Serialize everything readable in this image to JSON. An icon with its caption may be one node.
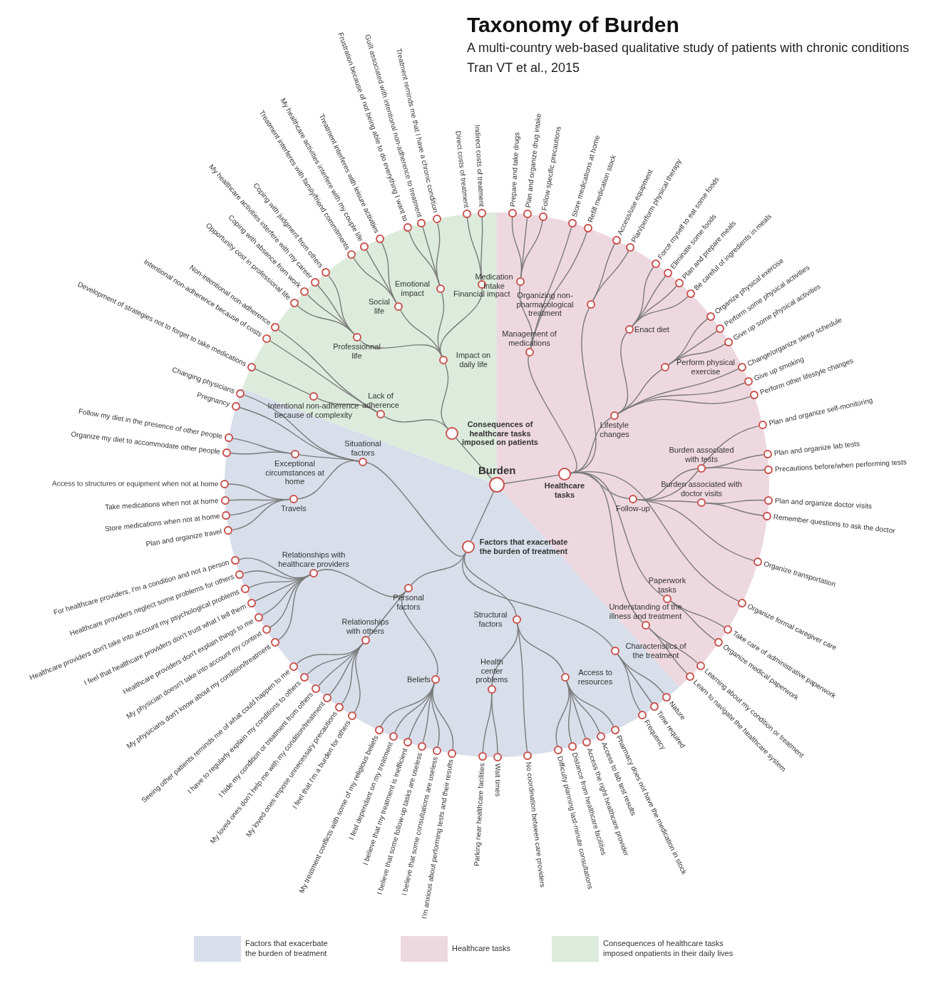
{
  "diagram": {
    "title": "Taxonomy of Burden",
    "nodes": [
      {
        "text": [
          "Burden"
        ]
      },
      {
        "text": [
          "Consequences of healthcare tasks imposed on patients"
        ]
      },
      {
        "text": [
          "Impact on daily life"
        ]
      },
      {
        "text": [
          "Professionnal life"
        ]
      },
      {
        "text": [
          "Coping with judgment from others"
        ]
      },
      {
        "text": [
          "My healthcare activities interfere with my career"
        ]
      },
      {
        "text": [
          "Coping with absence from work"
        ]
      },
      {
        "text": [
          "Opportunity cost in professional life"
        ]
      },
      {
        "text": [
          "Social life"
        ]
      },
      {
        "text": [
          "Treatment interferes with family/friend commitments"
        ]
      },
      {
        "text": [
          "My healthcare activities interfere with my couple life"
        ]
      },
      {
        "text": [
          "Treatment interferes with leisure activities"
        ]
      },
      {
        "text": [
          "Emotional impact"
        ]
      },
      {
        "text": [
          "Frustration because of not being able to do everything I want to"
        ]
      },
      {
        "text": [
          "Guilt associated with intentional non-adherence to treatment"
        ]
      },
      {
        "text": [
          "Treatment reminds me that I have a chronic condition"
        ]
      },
      {
        "text": [
          "Financial impact"
        ]
      },
      {
        "text": [
          "Direct costs of treatment"
        ]
      },
      {
        "text": [
          "Indirect costs of treatment"
        ]
      },
      {
        "text": [
          "Lack of adherence"
        ]
      },
      {
        "text": [
          "Non-intentional non-adherence"
        ]
      },
      {
        "text": [
          "Intentional non-adherence because of costs"
        ]
      },
      {
        "text": [
          "Intentional non-adherence because of complexity"
        ]
      },
      {
        "text": [
          "Development of strategies not to forget to take medications"
        ]
      },
      {
        "text": [
          "Factors that exacerbate the burden of treatment"
        ]
      },
      {
        "text": [
          "Situational factors"
        ]
      },
      {
        "text": [
          "Changing physicians"
        ]
      },
      {
        "text": [
          "Pregnancy"
        ]
      },
      {
        "text": [
          "Exceptional circumstances at home"
        ]
      },
      {
        "text": [
          "Follow my diet in the presence of other people"
        ]
      },
      {
        "text": [
          "Organize my diet to accommodate other people"
        ]
      },
      {
        "text": [
          "Travels"
        ]
      },
      {
        "text": [
          "Access to structures or equipment when not at home"
        ]
      },
      {
        "text": [
          "Take medications when not at home"
        ]
      },
      {
        "text": [
          "Store medications when not at home"
        ]
      },
      {
        "text": [
          "Plan and organize travel"
        ]
      },
      {
        "text": [
          "Personal factors"
        ]
      },
      {
        "text": [
          "Relationships with healthcare providers"
        ]
      },
      {
        "text": [
          "For healthcare providers, I'm a condition and not a person"
        ]
      },
      {
        "text": [
          "Healthcare providers neglect some problems for others"
        ]
      },
      {
        "text": [
          "Healthcare providers don't take into account my psychological problems"
        ]
      },
      {
        "text": [
          "I feel that healthcare providers don't trust what I tell them"
        ]
      },
      {
        "text": [
          "Healthcare providers don't explain things to me"
        ]
      },
      {
        "text": [
          "My physician doesn't take into account my context"
        ]
      },
      {
        "text": [
          "My physicians don't know about my condition/treatment"
        ]
      },
      {
        "text": [
          "Relationships with others"
        ]
      },
      {
        "text": [
          "Seeing other patients reminds me of what could happen to me"
        ]
      },
      {
        "text": [
          "I have to regularly explain my conditions to others"
        ]
      },
      {
        "text": [
          "I hide my condition or treatment from others"
        ]
      },
      {
        "text": [
          "My loved ones don't help me with my condition/treatment"
        ]
      },
      {
        "text": [
          "My loved ones impose unnecessary precautions"
        ]
      },
      {
        "text": [
          "I feel that I'm a burden for others"
        ]
      },
      {
        "text": [
          "Beliefs"
        ]
      },
      {
        "text": [
          "My treatment conflicts with some of my religious beliefs"
        ]
      },
      {
        "text": [
          "I feel dependant on my treatment"
        ]
      },
      {
        "text": [
          "I believe that my treatment is inefficient"
        ]
      },
      {
        "text": [
          "I believe that some follow-up tasks are useless"
        ]
      },
      {
        "text": [
          "I believe that some consultations are useless"
        ]
      },
      {
        "text": [
          "I'm anxious about performing tests and their results"
        ]
      },
      {
        "text": [
          "Structural factors"
        ]
      },
      {
        "text": [
          "Health center problems"
        ]
      },
      {
        "text": [
          "Parking near healthcare facilities"
        ]
      },
      {
        "text": [
          "Wait times"
        ]
      },
      {
        "text": [
          "No coordination between care providers"
        ]
      },
      {
        "text": [
          "Access to resources"
        ]
      },
      {
        "text": [
          "Difficulty planning last-minute consultations"
        ]
      },
      {
        "text": [
          "Distance from healthcare facilities"
        ]
      },
      {
        "text": [
          "Access the right healthcare provider"
        ]
      },
      {
        "text": [
          "Access to lab test results"
        ]
      },
      {
        "text": [
          "Pharmacy does not have the medication in stock"
        ]
      },
      {
        "text": [
          "Characteristics of the treatment"
        ]
      },
      {
        "text": [
          "Frequency"
        ]
      },
      {
        "text": [
          "Time required"
        ]
      },
      {
        "text": [
          "Nature"
        ]
      },
      {
        "text": [
          "Healthcare tasks"
        ]
      },
      {
        "text": [
          "Management of medications"
        ]
      },
      {
        "text": [
          "Medication Intake"
        ]
      },
      {
        "text": [
          "Prepare and take drugs"
        ]
      },
      {
        "text": [
          "Plan and organize drug intake"
        ]
      },
      {
        "text": [
          "Follow specific precautions"
        ]
      },
      {
        "text": [
          "Store medications at home"
        ]
      },
      {
        "text": [
          "Refill medication stock"
        ]
      },
      {
        "text": [
          "Organizing non-pharmacological treatment"
        ]
      },
      {
        "text": [
          "Access/use equipment"
        ]
      },
      {
        "text": [
          "Plan/perform physical therapy"
        ]
      },
      {
        "text": [
          "Lifestyle changes"
        ]
      },
      {
        "text": [
          "Enact diet"
        ]
      },
      {
        "text": [
          "Force myself to eat some foods"
        ]
      },
      {
        "text": [
          "Eliminate some foods"
        ]
      },
      {
        "text": [
          "Plan and prepare meals"
        ]
      },
      {
        "text": [
          "Be careful of ingredients in meals"
        ]
      },
      {
        "text": [
          "Perform physical exercise"
        ]
      },
      {
        "text": [
          "Organize physical exercise"
        ]
      },
      {
        "text": [
          "Perform some physical activities"
        ]
      },
      {
        "text": [
          "Give up some physical activities"
        ]
      },
      {
        "text": [
          "Change/organize sleep schedule"
        ]
      },
      {
        "text": [
          "Give up smoking"
        ]
      },
      {
        "text": [
          "Perform other lifestyle changes"
        ]
      },
      {
        "text": [
          "Follow-up"
        ]
      },
      {
        "text": [
          "Plan and organize self-monitoring"
        ]
      },
      {
        "text": [
          "Burden associated with tests"
        ]
      },
      {
        "text": [
          "Plan and organize lab tests"
        ]
      },
      {
        "text": [
          "Precautions before/when performing tests"
        ]
      },
      {
        "text": [
          "Burden associated with doctor visits"
        ]
      },
      {
        "text": [
          "Plan and organize doctor visits"
        ]
      },
      {
        "text": [
          "Remember questions to ask the doctor"
        ]
      },
      {
        "text": [
          "Organize transportation"
        ]
      },
      {
        "text": [
          "Organize formal caregiver care"
        ]
      },
      {
        "text": [
          "Paperwork tasks"
        ]
      },
      {
        "text": [
          "Take care of administrative paperwork"
        ]
      },
      {
        "text": [
          "Organize medical paperwork"
        ]
      },
      {
        "text": [
          "Understanding of the illness and treatment"
        ]
      },
      {
        "text": [
          "Learning about my condition or treatment"
        ]
      },
      {
        "text": [
          "Learn to navigate the healthcare system"
        ]
      }
    ],
    "edges": [
      {
        "from": 0,
        "to": 1,
        "arrow": "none"
      },
      {
        "from": 1,
        "to": 2,
        "arrow": "none"
      },
      {
        "from": 2,
        "to": 3,
        "arrow": "none"
      },
      {
        "from": 3,
        "to": 4,
        "arrow": "none"
      },
      {
        "from": 3,
        "to": 5,
        "arrow": "none"
      },
      {
        "from": 3,
        "to": 6,
        "arrow": "none"
      },
      {
        "from": 3,
        "to": 7,
        "arrow": "none"
      },
      {
        "from": 2,
        "to": 8,
        "arrow": "none"
      },
      {
        "from": 8,
        "to": 9,
        "arrow": "none"
      },
      {
        "from": 8,
        "to": 10,
        "arrow": "none"
      },
      {
        "from": 8,
        "to": 11,
        "arrow": "none"
      },
      {
        "from": 2,
        "to": 12,
        "arrow": "none"
      },
      {
        "from": 12,
        "to": 13,
        "arrow": "none"
      },
      {
        "from": 12,
        "to": 14,
        "arrow": "none"
      },
      {
        "from": 12,
        "to": 15,
        "arrow": "none"
      },
      {
        "from": 2,
        "to": 16,
        "arrow": "none"
      },
      {
        "from": 16,
        "to": 17,
        "arrow": "none"
      },
      {
        "from": 16,
        "to": 18,
        "arrow": "none"
      },
      {
        "from": 1,
        "to": 19,
        "arrow": "none"
      },
      {
        "from": 19,
        "to": 20,
        "arrow": "none"
      },
      {
        "from": 19,
        "to": 21,
        "arrow": "none"
      },
      {
        "from": 19,
        "to": 22,
        "arrow": "none"
      },
      {
        "from": 22,
        "to": 23,
        "arrow": "none"
      },
      {
        "from": 0,
        "to": 24,
        "arrow": "none"
      },
      {
        "from": 24,
        "to": 25,
        "arrow": "none"
      },
      {
        "from": 25,
        "to": 26,
        "arrow": "none"
      },
      {
        "from": 25,
        "to": 27,
        "arrow": "none"
      },
      {
        "from": 25,
        "to": 28,
        "arrow": "none"
      },
      {
        "from": 28,
        "to": 29,
        "arrow": "none"
      },
      {
        "from": 28,
        "to": 30,
        "arrow": "none"
      },
      {
        "from": 25,
        "to": 31,
        "arrow": "none"
      },
      {
        "from": 31,
        "to": 32,
        "arrow": "none"
      },
      {
        "from": 31,
        "to": 33,
        "arrow": "none"
      },
      {
        "from": 31,
        "to": 34,
        "arrow": "none"
      },
      {
        "from": 31,
        "to": 35,
        "arrow": "none"
      },
      {
        "from": 24,
        "to": 36,
        "arrow": "none"
      },
      {
        "from": 36,
        "to": 37,
        "arrow": "none"
      },
      {
        "from": 37,
        "to": 38,
        "arrow": "none"
      },
      {
        "from": 37,
        "to": 39,
        "arrow": "none"
      },
      {
        "from": 37,
        "to": 40,
        "arrow": "none"
      },
      {
        "from": 37,
        "to": 41,
        "arrow": "none"
      },
      {
        "from": 37,
        "to": 42,
        "arrow": "none"
      },
      {
        "from": 37,
        "to": 43,
        "arrow": "none"
      },
      {
        "from": 37,
        "to": 44,
        "arrow": "none"
      },
      {
        "from": 36,
        "to": 45,
        "arrow": "none"
      },
      {
        "from": 45,
        "to": 46,
        "arrow": "none"
      },
      {
        "from": 45,
        "to": 47,
        "arrow": "none"
      },
      {
        "from": 45,
        "to": 48,
        "arrow": "none"
      },
      {
        "from": 45,
        "to": 49,
        "arrow": "none"
      },
      {
        "from": 45,
        "to": 50,
        "arrow": "none"
      },
      {
        "from": 45,
        "to": 51,
        "arrow": "none"
      },
      {
        "from": 36,
        "to": 52,
        "arrow": "none"
      },
      {
        "from": 52,
        "to": 53,
        "arrow": "none"
      },
      {
        "from": 52,
        "to": 54,
        "arrow": "none"
      },
      {
        "from": 52,
        "to": 55,
        "arrow": "none"
      },
      {
        "from": 52,
        "to": 56,
        "arrow": "none"
      },
      {
        "from": 52,
        "to": 57,
        "arrow": "none"
      },
      {
        "from": 52,
        "to": 58,
        "arrow": "none"
      },
      {
        "from": 24,
        "to": 59,
        "arrow": "none"
      },
      {
        "from": 59,
        "to": 60,
        "arrow": "none"
      },
      {
        "from": 60,
        "to": 61,
        "arrow": "none"
      },
      {
        "from": 60,
        "to": 62,
        "arrow": "none"
      },
      {
        "from": 59,
        "to": 63,
        "arrow": "none"
      },
      {
        "from": 59,
        "to": 64,
        "arrow": "none"
      },
      {
        "from": 64,
        "to": 65,
        "arrow": "none"
      },
      {
        "from": 64,
        "to": 66,
        "arrow": "none"
      },
      {
        "from": 64,
        "to": 67,
        "arrow": "none"
      },
      {
        "from": 64,
        "to": 68,
        "arrow": "none"
      },
      {
        "from": 64,
        "to": 69,
        "arrow": "none"
      },
      {
        "from": 24,
        "to": 70,
        "arrow": "none"
      },
      {
        "from": 70,
        "to": 71,
        "arrow": "none"
      },
      {
        "from": 70,
        "to": 72,
        "arrow": "none"
      },
      {
        "from": 70,
        "to": 73,
        "arrow": "none"
      },
      {
        "from": 0,
        "to": 74,
        "arrow": "none"
      },
      {
        "from": 74,
        "to": 75,
        "arrow": "none"
      },
      {
        "from": 75,
        "to": 76,
        "arrow": "none"
      },
      {
        "from": 76,
        "to": 77,
        "arrow": "none"
      },
      {
        "from": 76,
        "to": 78,
        "arrow": "none"
      },
      {
        "from": 76,
        "to": 79,
        "arrow": "none"
      },
      {
        "from": 75,
        "to": 80,
        "arrow": "none"
      },
      {
        "from": 75,
        "to": 81,
        "arrow": "none"
      },
      {
        "from": 74,
        "to": 82,
        "arrow": "none"
      },
      {
        "from": 82,
        "to": 83,
        "arrow": "none"
      },
      {
        "from": 82,
        "to": 84,
        "arrow": "none"
      },
      {
        "from": 74,
        "to": 85,
        "arrow": "none"
      },
      {
        "from": 85,
        "to": 86,
        "arrow": "none"
      },
      {
        "from": 86,
        "to": 87,
        "arrow": "none"
      },
      {
        "from": 86,
        "to": 88,
        "arrow": "none"
      },
      {
        "from": 86,
        "to": 89,
        "arrow": "none"
      },
      {
        "from": 86,
        "to": 90,
        "arrow": "none"
      },
      {
        "from": 85,
        "to": 91,
        "arrow": "none"
      },
      {
        "from": 91,
        "to": 92,
        "arrow": "none"
      },
      {
        "from": 91,
        "to": 93,
        "arrow": "none"
      },
      {
        "from": 91,
        "to": 94,
        "arrow": "none"
      },
      {
        "from": 85,
        "to": 95,
        "arrow": "none"
      },
      {
        "from": 85,
        "to": 96,
        "arrow": "none"
      },
      {
        "from": 85,
        "to": 97,
        "arrow": "none"
      },
      {
        "from": 74,
        "to": 98,
        "arrow": "none"
      },
      {
        "from": 98,
        "to": 99,
        "arrow": "none"
      },
      {
        "from": 98,
        "to": 100,
        "arrow": "none"
      },
      {
        "from": 100,
        "to": 101,
        "arrow": "none"
      },
      {
        "from": 100,
        "to": 102,
        "arrow": "none"
      },
      {
        "from": 98,
        "to": 103,
        "arrow": "none"
      },
      {
        "from": 103,
        "to": 104,
        "arrow": "none"
      },
      {
        "from": 103,
        "to": 105,
        "arrow": "none"
      },
      {
        "from": 98,
        "to": 106,
        "arrow": "none"
      },
      {
        "from": 74,
        "to": 107,
        "arrow": "none"
      },
      {
        "from": 74,
        "to": 108,
        "arrow": "none"
      },
      {
        "from": 108,
        "to": 109,
        "arrow": "none"
      },
      {
        "from": 108,
        "to": 110,
        "arrow": "none"
      },
      {
        "from": 74,
        "to": 111,
        "arrow": "none"
      },
      {
        "from": 111,
        "to": 112,
        "arrow": "none"
      },
      {
        "from": 111,
        "to": 113,
        "arrow": "none"
      }
    ],
    "labels": [
      "A multi-country web-based qualitative study of patients with chronic conditions",
      "Tran VT et al., 2015"
    ],
    "legend": [
      {
        "text": "Factors that exacerbate the burden of treatment",
        "color": "#d8deea"
      },
      {
        "text": "Healthcare tasks",
        "color": "#eed8df"
      },
      {
        "text": "Consequences of healthcare tasks imposed onpatients in their daily lives",
        "color": "#dcebdc"
      }
    ]
  }
}
